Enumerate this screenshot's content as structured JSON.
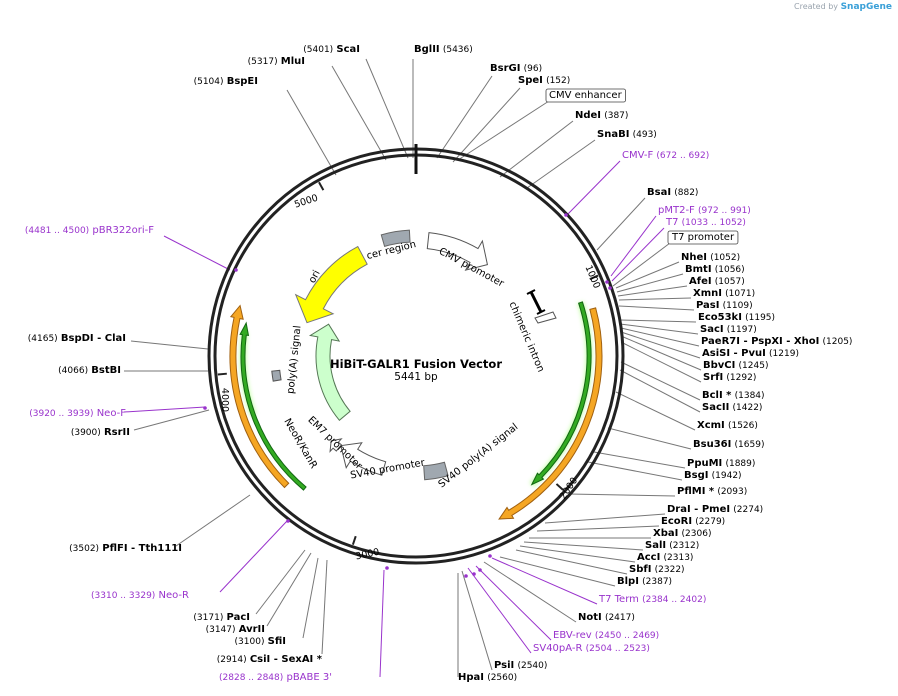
{
  "watermark": {
    "prefix": "Created by",
    "brand": "SnapGene"
  },
  "title": "HiBiT-GALR1 Fusion Vector",
  "size": "5441 bp",
  "ticks": [
    "1000",
    "2000",
    "3000",
    "4000",
    "5000"
  ],
  "colors": {
    "enzyme": "#000000",
    "primer": "#9933cc",
    "line": "#555555"
  },
  "features": [
    {
      "name": "ori",
      "kind": "ori",
      "color": "#ffff00"
    },
    {
      "name": "cer region",
      "kind": "misc",
      "color": "#a0a8b0"
    },
    {
      "name": "CMV promoter",
      "kind": "promoter",
      "color": "#ffffff"
    },
    {
      "name": "chimeric intron",
      "kind": "intron",
      "color": "#000000"
    },
    {
      "name": "SV40 poly(A) signal",
      "kind": "terminator",
      "color": "#a0a8b0"
    },
    {
      "name": "SV40 promoter",
      "kind": "promoter",
      "color": "#ffffff"
    },
    {
      "name": "EM7 promoter",
      "kind": "promoter",
      "color": "#ffffff"
    },
    {
      "name": "NeoR/KanR",
      "kind": "cds",
      "color": "#ccffcc"
    },
    {
      "name": "poly(A) signal",
      "kind": "terminator",
      "color": "#a0a8b0"
    },
    {
      "name": "HiBiT-GALR1 (outer)",
      "kind": "cds-outer",
      "color": "#f5a623"
    },
    {
      "name": "Neo (outer)",
      "kind": "cds-outer",
      "color": "#f5a623"
    }
  ],
  "labels": [
    {
      "name": "ScaI",
      "pos": "(5401)",
      "type": "enzyme"
    },
    {
      "name": "BglII",
      "pos": "(5436)",
      "type": "enzyme"
    },
    {
      "name": "MluI",
      "pos": "(5317)",
      "type": "enzyme"
    },
    {
      "name": "BsrGI",
      "pos": "(96)",
      "type": "enzyme"
    },
    {
      "name": "BspEI",
      "pos": "(5104)",
      "type": "enzyme"
    },
    {
      "name": "SpeI",
      "pos": "(152)",
      "type": "enzyme"
    },
    {
      "name": "CMV enhancer",
      "pos": "",
      "type": "feature"
    },
    {
      "name": "NdeI",
      "pos": "(387)",
      "type": "enzyme"
    },
    {
      "name": "SnaBI",
      "pos": "(493)",
      "type": "enzyme"
    },
    {
      "name": "CMV-F",
      "pos": "(672 .. 692)",
      "type": "primer"
    },
    {
      "name": "BsaI",
      "pos": "(882)",
      "type": "enzyme"
    },
    {
      "name": "pMT2-F",
      "pos": "(972 .. 991)",
      "type": "primer"
    },
    {
      "name": "T7",
      "pos": "(1033 .. 1052)",
      "type": "primer"
    },
    {
      "name": "T7 promoter",
      "pos": "",
      "type": "feature"
    },
    {
      "name": "NheI",
      "pos": "(1052)",
      "type": "enzyme"
    },
    {
      "name": "BmtI",
      "pos": "(1056)",
      "type": "enzyme"
    },
    {
      "name": "AfeI",
      "pos": "(1057)",
      "type": "enzyme"
    },
    {
      "name": "XmnI",
      "pos": "(1071)",
      "type": "enzyme"
    },
    {
      "name": "PasI",
      "pos": "(1109)",
      "type": "enzyme"
    },
    {
      "name": "Eco53kI",
      "pos": "(1195)",
      "type": "enzyme"
    },
    {
      "name": "SacI",
      "pos": "(1197)",
      "type": "enzyme"
    },
    {
      "name": "PaeR7I - PspXI - XhoI",
      "pos": "(1205)",
      "type": "enzyme"
    },
    {
      "name": "AsiSI - PvuI",
      "pos": "(1219)",
      "type": "enzyme"
    },
    {
      "name": "BbvCI",
      "pos": "(1245)",
      "type": "enzyme"
    },
    {
      "name": "SrfI",
      "pos": "(1292)",
      "type": "enzyme"
    },
    {
      "name": "BclI *",
      "pos": "(1384)",
      "type": "enzyme"
    },
    {
      "name": "SacII",
      "pos": "(1422)",
      "type": "enzyme"
    },
    {
      "name": "XcmI",
      "pos": "(1526)",
      "type": "enzyme"
    },
    {
      "name": "Bsu36I",
      "pos": "(1659)",
      "type": "enzyme"
    },
    {
      "name": "PpuMI",
      "pos": "(1889)",
      "type": "enzyme"
    },
    {
      "name": "BsgI",
      "pos": "(1942)",
      "type": "enzyme"
    },
    {
      "name": "PflMI *",
      "pos": "(2093)",
      "type": "enzyme"
    },
    {
      "name": "DraI - PmeI",
      "pos": "(2274)",
      "type": "enzyme"
    },
    {
      "name": "EcoRI",
      "pos": "(2279)",
      "type": "enzyme"
    },
    {
      "name": "XbaI",
      "pos": "(2306)",
      "type": "enzyme"
    },
    {
      "name": "SalI",
      "pos": "(2312)",
      "type": "enzyme"
    },
    {
      "name": "AccI",
      "pos": "(2313)",
      "type": "enzyme"
    },
    {
      "name": "SbfI",
      "pos": "(2322)",
      "type": "enzyme"
    },
    {
      "name": "BlpI",
      "pos": "(2387)",
      "type": "enzyme"
    },
    {
      "name": "T7 Term",
      "pos": "(2384 .. 2402)",
      "type": "primer"
    },
    {
      "name": "NotI",
      "pos": "(2417)",
      "type": "enzyme"
    },
    {
      "name": "EBV-rev",
      "pos": "(2450 .. 2469)",
      "type": "primer"
    },
    {
      "name": "SV40pA-R",
      "pos": "(2504 .. 2523)",
      "type": "primer"
    },
    {
      "name": "PsiI",
      "pos": "(2540)",
      "type": "enzyme"
    },
    {
      "name": "HpaI",
      "pos": "(2560)",
      "type": "enzyme"
    },
    {
      "name": "pBABE 3'",
      "pos": "(2828 .. 2848)",
      "type": "primer"
    },
    {
      "name": "CsiI - SexAI *",
      "pos": "(2914)",
      "type": "enzyme"
    },
    {
      "name": "SfiI",
      "pos": "(3100)",
      "type": "enzyme"
    },
    {
      "name": "AvrII",
      "pos": "(3147)",
      "type": "enzyme"
    },
    {
      "name": "PacI",
      "pos": "(3171)",
      "type": "enzyme"
    },
    {
      "name": "Neo-R",
      "pos": "(3310 .. 3329)",
      "type": "primer"
    },
    {
      "name": "PflFI - Tth111I",
      "pos": "(3502)",
      "type": "enzyme"
    },
    {
      "name": "RsrII",
      "pos": "(3900)",
      "type": "enzyme"
    },
    {
      "name": "Neo-F",
      "pos": "(3920 .. 3939)",
      "type": "primer"
    },
    {
      "name": "BstBI",
      "pos": "(4066)",
      "type": "enzyme"
    },
    {
      "name": "BspDI - ClaI",
      "pos": "(4165)",
      "type": "enzyme"
    },
    {
      "name": "pBR322ori-F",
      "pos": "(4481 .. 4500)",
      "type": "primer"
    }
  ]
}
